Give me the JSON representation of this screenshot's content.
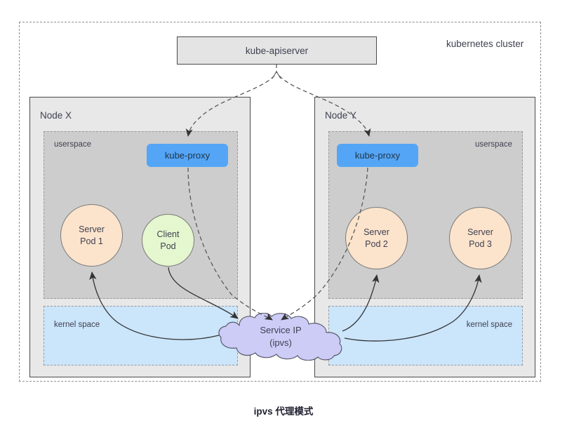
{
  "diagram": {
    "caption": "ipvs 代理模式",
    "cluster": {
      "label": "kubernetes cluster"
    },
    "apiserver": {
      "label": "kube-apiserver"
    },
    "nodes": [
      {
        "label": "Node X",
        "userspace_label": "userspace",
        "kernelspace_label": "kernel space",
        "proxy_label": "kube-proxy",
        "pods": [
          {
            "line1": "Server",
            "line2": "Pod 1",
            "kind": "server"
          },
          {
            "line1": "Client",
            "line2": "Pod",
            "kind": "client"
          }
        ]
      },
      {
        "label": "Node Y",
        "userspace_label": "userspace",
        "kernelspace_label": "kernel space",
        "proxy_label": "kube-proxy",
        "pods": [
          {
            "line1": "Server",
            "line2": "Pod 2",
            "kind": "server"
          },
          {
            "line1": "Server",
            "line2": "Pod 3",
            "kind": "server"
          }
        ]
      }
    ],
    "service": {
      "line1": "Service IP",
      "line2": "(ipvs)"
    },
    "colors": {
      "kube_proxy": "#54a5f5",
      "server_pod": "#fce3cc",
      "client_pod": "#e4f7ce",
      "service_cloud": "#ccccf7",
      "kernel_space": "#cbe5fb",
      "userspace": "#cdcdcd",
      "node": "#e8e8e8",
      "apiserver": "#e4e4e4",
      "stroke": "#4a4a4a",
      "dashed_stroke": "#8f8f8f",
      "text": "#3f4150"
    }
  }
}
